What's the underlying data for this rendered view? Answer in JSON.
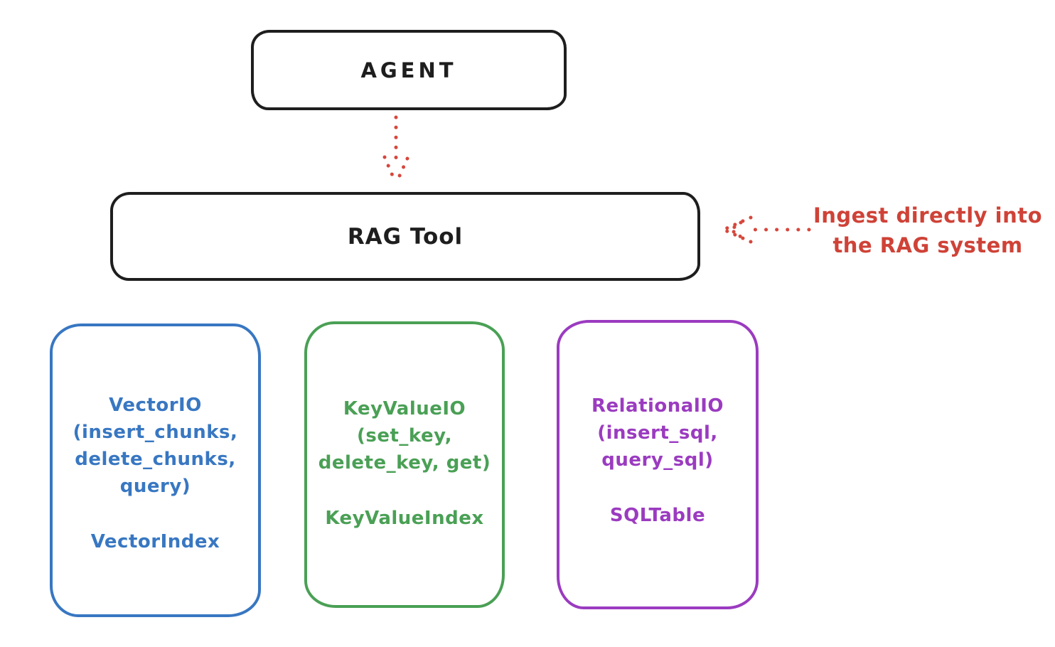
{
  "diagram": {
    "title_implicit": "RAG Tool architecture",
    "colors": {
      "stroke_black": "#1e1e1e",
      "red": "#cf4237",
      "blue": "#3877c2",
      "green": "#4aa055",
      "purple": "#9b3bc0",
      "background": "#ffffff"
    },
    "nodes": {
      "agent": {
        "label": "AGENT"
      },
      "rag_tool": {
        "label": "RAG Tool"
      },
      "vector": {
        "lines": [
          "VectorIO",
          "(insert_chunks,",
          "delete_chunks,",
          "query)"
        ],
        "footer": "VectorIndex",
        "accent": "#3877c2"
      },
      "keyvalue": {
        "lines": [
          "KeyValueIO",
          "(set_key,",
          "delete_key, get)"
        ],
        "footer": "KeyValueIndex",
        "accent": "#4aa055"
      },
      "relational": {
        "lines": [
          "RelationalIO",
          "(insert_sql,",
          "query_sql)"
        ],
        "footer": "SQLTable",
        "accent": "#9b3bc0"
      }
    },
    "annotation": {
      "line1": "Ingest directly into",
      "line2": "the RAG system"
    },
    "icons": {
      "agent_to_rag": "dotted-down-arrow",
      "ingest_pointer": "dotted-left-arrow"
    }
  }
}
